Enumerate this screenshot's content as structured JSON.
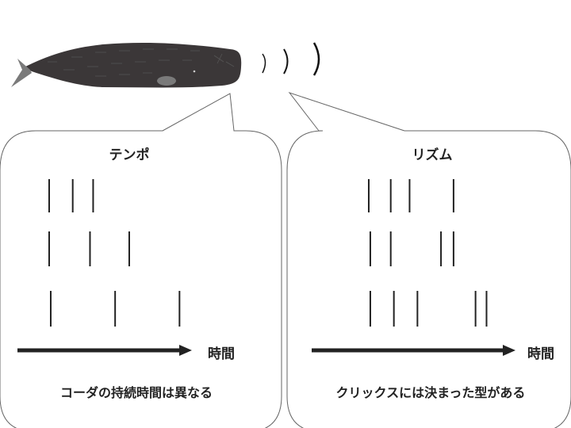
{
  "panels": [
    {
      "title": "テンポ",
      "axis_label": "時間",
      "caption": "コーダの持続時間は異なる",
      "click_rows": [
        [
          0,
          15,
          28
        ],
        [
          0,
          26,
          51
        ],
        [
          1,
          42,
          83
        ]
      ]
    },
    {
      "title": "リズム",
      "axis_label": "時間",
      "caption": "クリックスには決まった型がある",
      "click_rows": [
        [
          1,
          15,
          27,
          55
        ],
        [
          2,
          15,
          47,
          55
        ],
        [
          2,
          17,
          32,
          69,
          76
        ]
      ]
    }
  ],
  "colors": {
    "whale": "#3b3738",
    "fin": "#7a7a7a",
    "ink": "#222222",
    "outline": "#666666"
  }
}
